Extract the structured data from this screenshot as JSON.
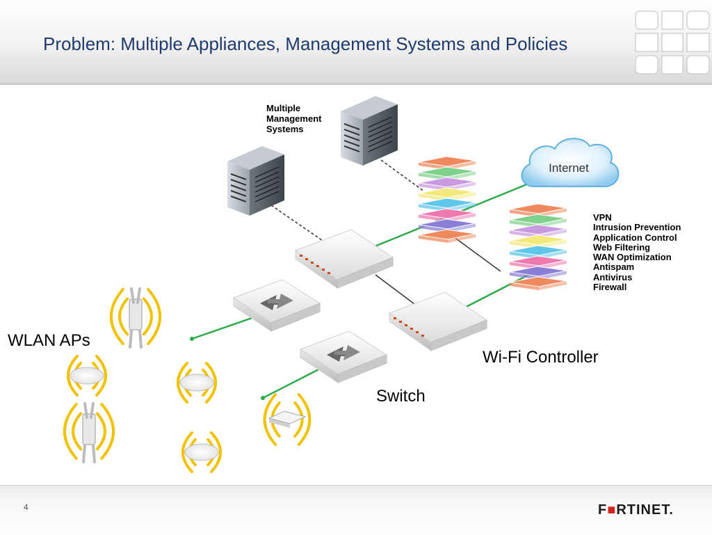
{
  "slide": {
    "title": "Problem: Multiple Appliances, Management Systems and Policies",
    "page_number": "4",
    "brand_logo_text": "FORTINET"
  },
  "labels": {
    "management": "Multiple Management Systems",
    "management_lines": [
      "Multiple",
      "Management",
      "Systems"
    ],
    "internet": "Internet",
    "wlan_aps": "WLAN APs",
    "wifi_controller": "Wi-Fi Controller",
    "switch": "Switch"
  },
  "features": [
    "VPN",
    "Intrusion Prevention",
    "Application Control",
    "Web Filtering",
    "WAN Optimization",
    "Antispam",
    "Antivirus",
    "Firewall"
  ],
  "colors": {
    "title_text": "#1e3a6e",
    "link_green": "#2eaa4a",
    "signal_yellow": "#f2c200",
    "brand_red": "#d6231e",
    "appliance_layers": [
      "#f08a5e",
      "#7fd08a",
      "#c99ae0",
      "#f3e87a",
      "#5fc6ec",
      "#f07ab0",
      "#8a7fd6",
      "#f08a5e"
    ]
  },
  "icons": [
    "server-icon",
    "cloud-icon",
    "router-icon",
    "switch-icon",
    "access-point-icon",
    "signal-waves-icon"
  ]
}
